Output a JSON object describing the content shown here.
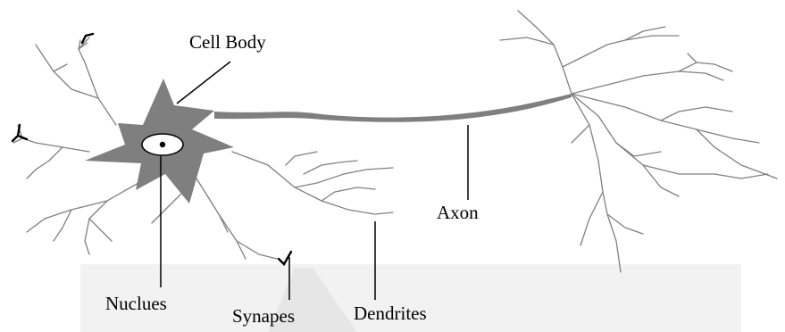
{
  "labels": {
    "cell_body": "Cell Body",
    "axon": "Axon",
    "nuclues": "Nuclues",
    "synapes": "Synapes",
    "dendrites": "Dendrites"
  },
  "colors": {
    "cell": "#7f7f7f",
    "line": "#808080",
    "text": "#000000",
    "shadow": "#e6e6e6"
  }
}
